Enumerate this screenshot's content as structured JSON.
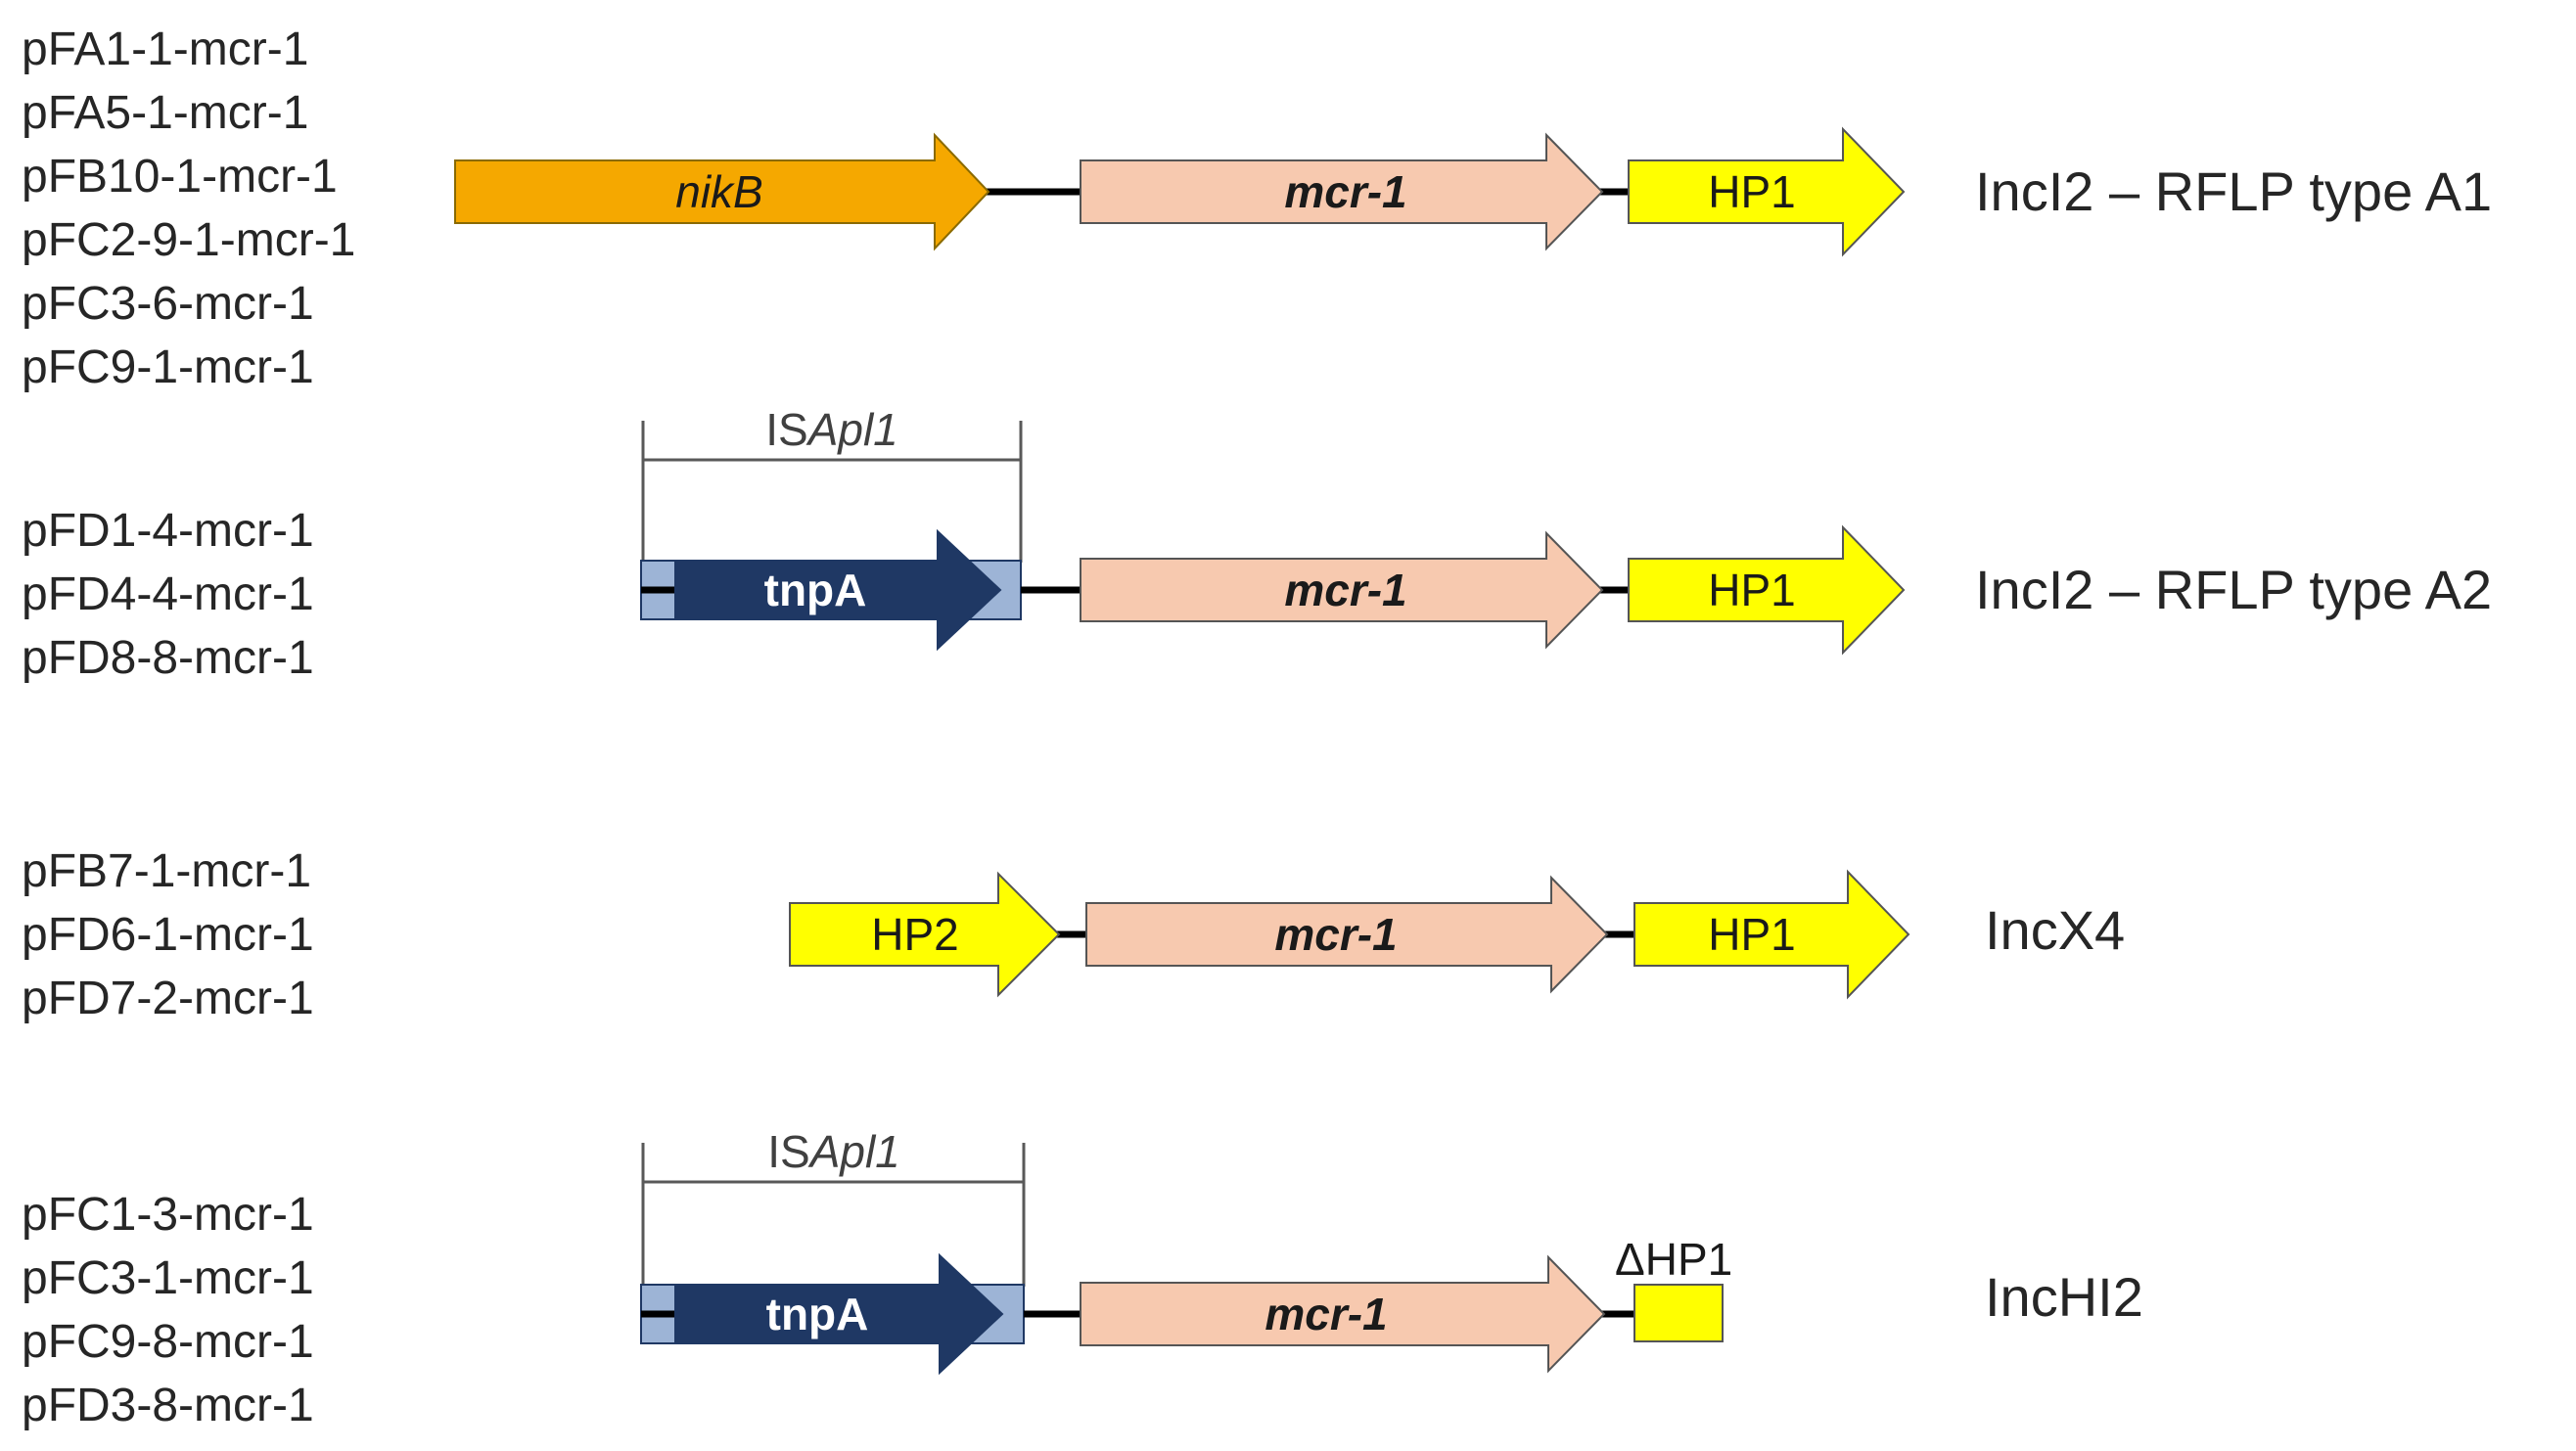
{
  "rows": [
    {
      "strains": [
        "pFA1-1-mcr-1",
        "pFA5-1-mcr-1",
        "pFB10-1-mcr-1",
        "pFC2-9-1-mcr-1",
        "pFC3-6-mcr-1",
        "pFC9-1-mcr-1"
      ],
      "inc_type": "IncI2 – RFLP type A1",
      "genes": [
        {
          "label": "nikB",
          "style": "italic",
          "color": "#F5A800"
        },
        {
          "label": "mcr-1",
          "style": "bold-italic",
          "color": "#F7C9AF"
        },
        {
          "label": "HP1",
          "style": "normal",
          "color": "#FFFF00"
        }
      ]
    },
    {
      "strains": [
        "pFD1-4-mcr-1",
        "pFD4-4-mcr-1",
        "pFD8-8-mcr-1"
      ],
      "inc_type": "IncI2 – RFLP type A2",
      "element": {
        "prefix": "IS",
        "suffix": "Apl1"
      },
      "genes": [
        {
          "label": "tnpA",
          "style": "bold",
          "color": "#1F3864"
        },
        {
          "label": "mcr-1",
          "style": "bold-italic",
          "color": "#F7C9AF"
        },
        {
          "label": "HP1",
          "style": "normal",
          "color": "#FFFF00"
        }
      ]
    },
    {
      "strains": [
        "pFB7-1-mcr-1",
        "pFD6-1-mcr-1",
        "pFD7-2-mcr-1"
      ],
      "inc_type": "IncX4",
      "genes": [
        {
          "label": "HP2",
          "style": "normal",
          "color": "#FFFF00"
        },
        {
          "label": "mcr-1",
          "style": "bold-italic",
          "color": "#F7C9AF"
        },
        {
          "label": "HP1",
          "style": "normal",
          "color": "#FFFF00"
        }
      ]
    },
    {
      "strains": [
        "pFC1-3-mcr-1",
        "pFC3-1-mcr-1",
        "pFC9-8-mcr-1",
        "pFD3-8-mcr-1"
      ],
      "inc_type": "IncHI2",
      "element": {
        "prefix": "IS",
        "suffix": "Apl1"
      },
      "genes": [
        {
          "label": "tnpA",
          "style": "bold",
          "color": "#1F3864"
        },
        {
          "label": "mcr-1",
          "style": "bold-italic",
          "color": "#F7C9AF"
        },
        {
          "label": "ΔHP1",
          "style": "normal",
          "color": "#FFFF00"
        }
      ]
    }
  ],
  "colors": {
    "line": "#000000",
    "ir_box": "#9DB4D6",
    "bracket": "#595959"
  }
}
